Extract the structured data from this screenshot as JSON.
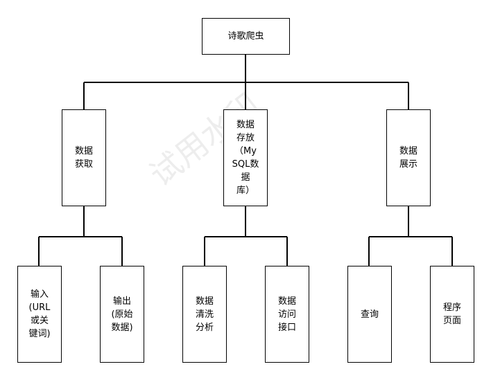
{
  "diagram": {
    "watermark": "试用水印",
    "nodes": {
      "root": "诗歌爬虫",
      "acquire": "数据\n获取",
      "store": "数据\n存放\n（My\nSQL数\n据\n库）",
      "display": "数据\n展示",
      "input": "输入\n(URL\n或关\n键词)",
      "output": "输出\n(原始\n数据)",
      "clean": "数据\n清洗\n分析",
      "access": "数据\n访问\n接口",
      "query": "查询",
      "page": "程序\n页面"
    }
  }
}
